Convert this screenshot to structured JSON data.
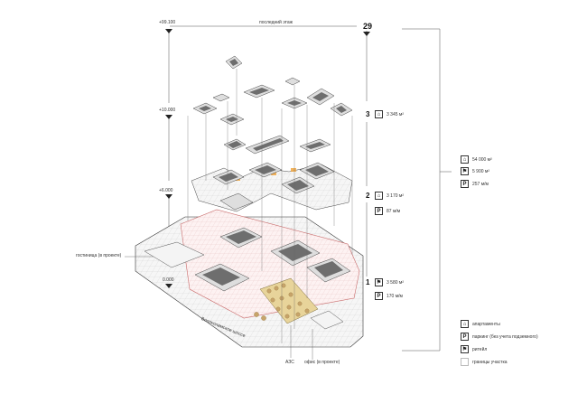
{
  "header": {
    "top_elevation": "+99.100",
    "top_floor_label": "последний этаж",
    "top_floor_number": "29"
  },
  "elevations": {
    "upper": "+10.000",
    "middle": "+6.000",
    "ground": "0.000"
  },
  "levels": [
    {
      "number": "3",
      "icon": "apartments-icon",
      "value": "3 345 м²"
    },
    {
      "number": "2",
      "icon": "apartments-icon",
      "value": "3 170 м²",
      "parking": "87 м/м"
    },
    {
      "number": "1",
      "icon": "retail-icon",
      "value": "3 580 м²",
      "parking": "170 м/м"
    }
  ],
  "totals": [
    {
      "icon": "apartments-icon",
      "value": "54 000 м²"
    },
    {
      "icon": "retail-icon",
      "value": "5 900 м²"
    },
    {
      "icon": "parking-icon",
      "value": "257 м/м"
    }
  ],
  "annotations": {
    "hotel": "гостиница (в проекте)",
    "road": "Волоколамское шоссе",
    "gas_station": "АЗС",
    "office": "офис (в проекте)"
  },
  "legend": [
    {
      "icon": "apartments-icon",
      "label": "апартаменты"
    },
    {
      "icon": "parking-icon",
      "label": "паркинг (без учета подземного)"
    },
    {
      "icon": "retail-icon",
      "label": "ритейл"
    },
    {
      "icon": "site-boundary-icon",
      "label": "границы участка"
    }
  ],
  "colors": {
    "line": "#222222",
    "accent_orange": "#f0a640",
    "courtyard": "#e8d49a",
    "block_dark": "#6e6e6e"
  }
}
